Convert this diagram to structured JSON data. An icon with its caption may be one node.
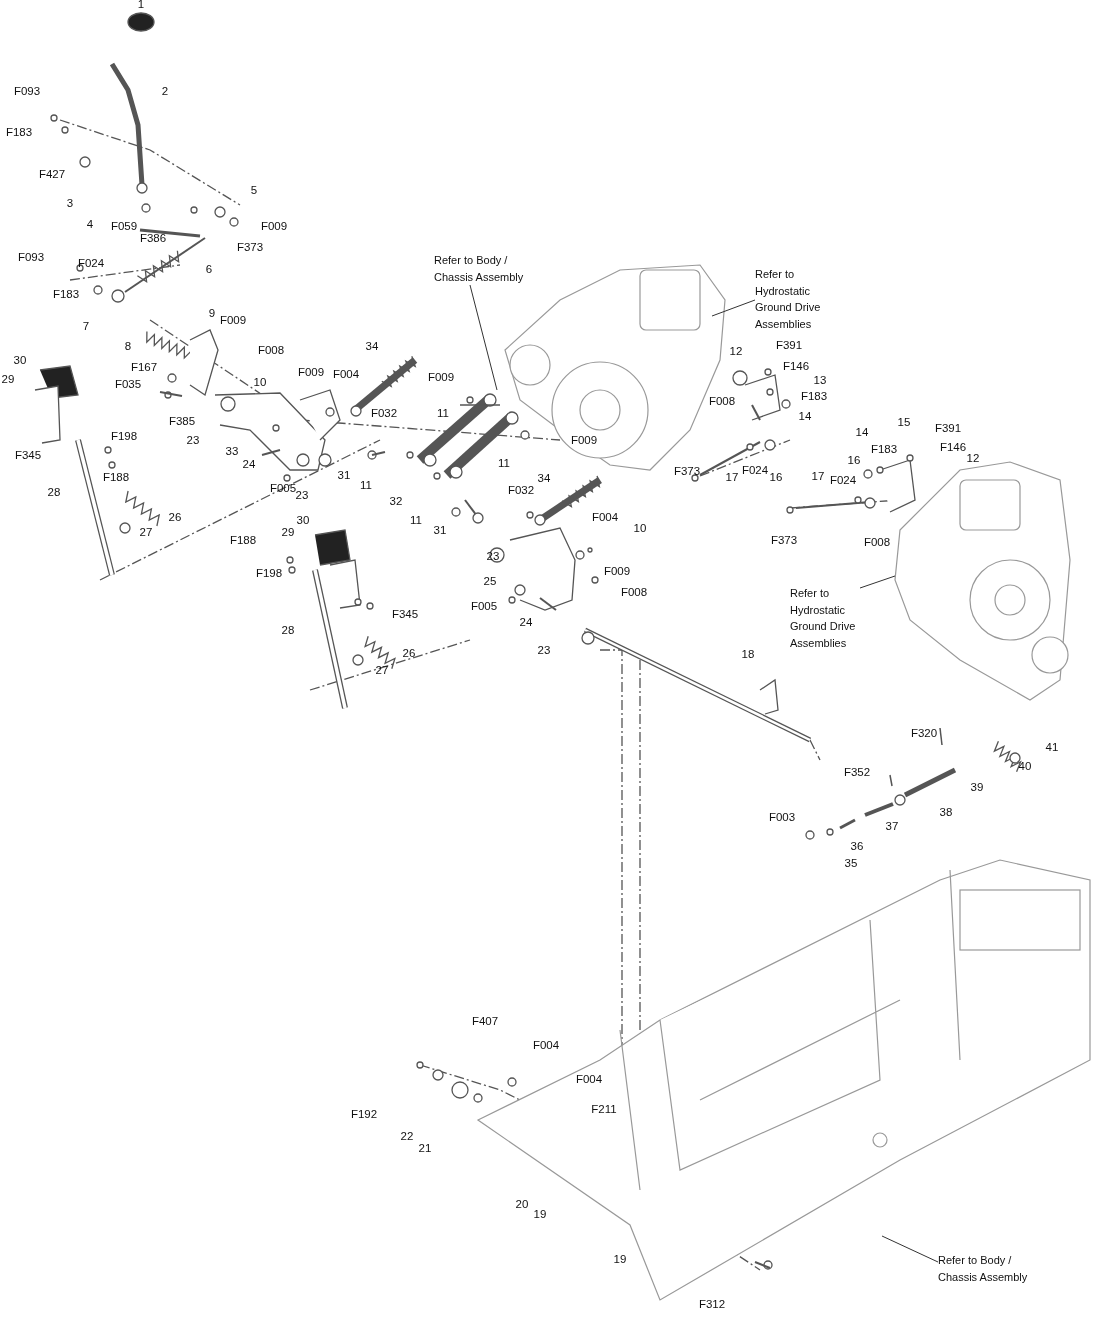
{
  "diagram": {
    "nodes": [
      {
        "text": [
          "Refer to Body / Chassis Assembly"
        ]
      },
      {
        "text": [
          "Refer to Hydrostatic Ground Drive Assemblies"
        ]
      },
      {
        "text": [
          "Refer to Hydrostatic Ground Drive Assemblies"
        ]
      },
      {
        "text": [
          "Refer to Body / Chassis Assembly"
        ]
      },
      {
        "text": [],
        "shape": "picture"
      },
      {
        "text": [],
        "shape": "picture"
      },
      {
        "text": [],
        "shape": "picture"
      }
    ],
    "edges": [
      {
        "from": 0,
        "to": null,
        "arrow": "none"
      },
      {
        "from": 1,
        "to": 4,
        "arrow": "none"
      },
      {
        "from": 2,
        "to": 5,
        "arrow": "none"
      },
      {
        "from": 3,
        "to": 6,
        "arrow": "none"
      }
    ],
    "labels": [
      "1",
      "F093",
      "2",
      "F183",
      "F427",
      "3",
      "5",
      "4",
      "F059",
      "F009",
      "F386",
      "F373",
      "F093",
      "F024",
      "6",
      "F183",
      "7",
      "9",
      "F009",
      "8",
      "30",
      "29",
      "F167",
      "F035",
      "F008",
      "34",
      "F009",
      "F004",
      "10",
      "F385",
      "23",
      "F032",
      "11",
      "F198",
      "F345",
      "33",
      "24",
      "F005",
      "23",
      "F188",
      "31",
      "28",
      "26",
      "27",
      "11",
      "32",
      "11",
      "31",
      "F009",
      "F009",
      "11",
      "34",
      "F032",
      "F004",
      "10",
      "23",
      "25",
      "F009",
      "F008",
      "F005",
      "24",
      "23",
      "30",
      "29",
      "F188",
      "F198",
      "F345",
      "28",
      "26",
      "27",
      "12",
      "F391",
      "F146",
      "13",
      "F183",
      "F008",
      "14",
      "F373",
      "17",
      "F024",
      "16",
      "14",
      "F183",
      "15",
      "F391",
      "F146",
      "16",
      "12",
      "F024",
      "17",
      "F373",
      "F008",
      "18",
      "F320",
      "41",
      "40",
      "F352",
      "39",
      "38",
      "37",
      "F003",
      "36",
      "35",
      "F407",
      "F004",
      "F004",
      "F211",
      "F192",
      "22",
      "21",
      "20",
      "19",
      "19",
      "F312"
    ]
  }
}
